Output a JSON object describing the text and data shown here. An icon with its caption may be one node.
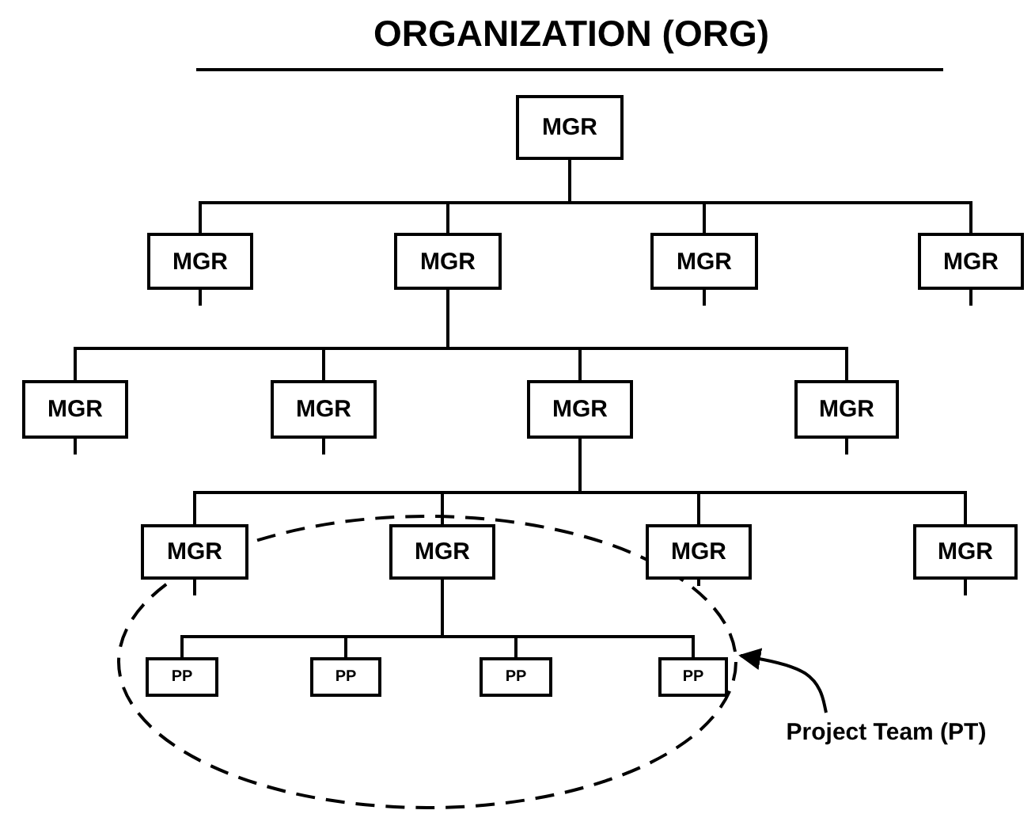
{
  "diagram": {
    "title": "ORGANIZATION (ORG)",
    "nodes": [
      {
        "text": [
          "MGR"
        ]
      },
      {
        "text": [
          "MGR"
        ]
      },
      {
        "text": [
          "MGR"
        ]
      },
      {
        "text": [
          "MGR"
        ]
      },
      {
        "text": [
          "MGR"
        ]
      },
      {
        "text": [
          "MGR"
        ]
      },
      {
        "text": [
          "MGR"
        ]
      },
      {
        "text": [
          "MGR"
        ]
      },
      {
        "text": [
          "MGR"
        ]
      },
      {
        "text": [
          "MGR"
        ]
      },
      {
        "text": [],
        "shape": "ellipse"
      },
      {
        "text": [
          "MGR"
        ],
        "in": 10
      },
      {
        "text": [
          "MGR"
        ]
      },
      {
        "text": [
          "MGR"
        ]
      },
      {
        "text": [
          "PP"
        ],
        "in": 10
      },
      {
        "text": [
          "PP"
        ],
        "in": 10
      },
      {
        "text": [
          "PP"
        ],
        "in": 10
      },
      {
        "text": [
          "PP"
        ],
        "in": 10
      },
      {
        "text": [
          "Project Team (PT)"
        ]
      }
    ],
    "edges": [
      {
        "from": 0,
        "to": 1,
        "arrow": "none"
      },
      {
        "from": 0,
        "to": 2,
        "arrow": "none"
      },
      {
        "from": 0,
        "to": 3,
        "arrow": "none"
      },
      {
        "from": 0,
        "to": 4,
        "arrow": "none"
      },
      {
        "from": 2,
        "to": 5,
        "arrow": "none"
      },
      {
        "from": 2,
        "to": 6,
        "arrow": "none"
      },
      {
        "from": 2,
        "to": 7,
        "arrow": "none"
      },
      {
        "from": 2,
        "to": 8,
        "arrow": "none"
      },
      {
        "from": 7,
        "to": 9,
        "arrow": "none"
      },
      {
        "from": 7,
        "to": 11,
        "arrow": "none"
      },
      {
        "from": 7,
        "to": 12,
        "arrow": "none"
      },
      {
        "from": 7,
        "to": 13,
        "arrow": "none"
      },
      {
        "from": 11,
        "to": 14,
        "arrow": "none"
      },
      {
        "from": 11,
        "to": 15,
        "arrow": "none"
      },
      {
        "from": 11,
        "to": 16,
        "arrow": "none"
      },
      {
        "from": 11,
        "to": 17,
        "arrow": "none"
      },
      {
        "from": 1,
        "to": null,
        "arrow": "none"
      },
      {
        "from": 3,
        "to": null,
        "arrow": "none"
      },
      {
        "from": 4,
        "to": null,
        "arrow": "none"
      },
      {
        "from": 5,
        "to": null,
        "arrow": "none"
      },
      {
        "from": 6,
        "to": null,
        "arrow": "none"
      },
      {
        "from": 8,
        "to": null,
        "arrow": "none"
      },
      {
        "from": 9,
        "to": null,
        "arrow": "none"
      },
      {
        "from": 12,
        "to": null,
        "arrow": "none"
      },
      {
        "from": 13,
        "to": null,
        "arrow": "none"
      },
      {
        "from": 18,
        "to": 10,
        "arrow": "to"
      }
    ]
  }
}
